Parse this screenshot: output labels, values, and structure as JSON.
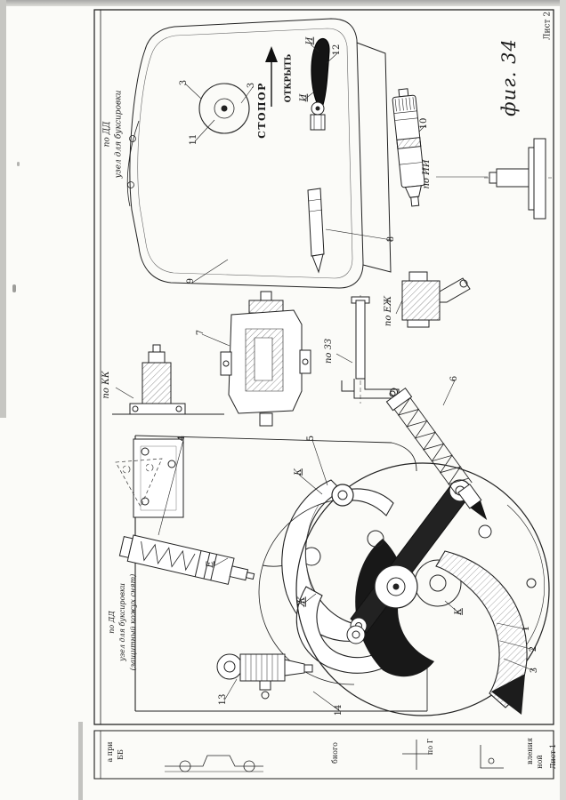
{
  "page": {
    "figure_label": "фиг. 34",
    "sheet_label": "Лист 2",
    "next_sheet_label": "Лист 1"
  },
  "captions": {
    "top_view": {
      "line1": "по ДД",
      "line2": "узел для буксировки"
    },
    "bottom_view": {
      "line1": "по ДД",
      "line2": "узел для буксировки",
      "line3": "(защитный кожух снят)"
    },
    "stopper": "СТОПОР",
    "open": "ОТКРЫТЬ"
  },
  "section_labels": {
    "ii": "по ИИ",
    "ezh": "по ЕЖ",
    "zz": "по ЗЗ",
    "kk": "по КК"
  },
  "section_letters": {
    "i_top": "И",
    "i_bottom": "И",
    "k_upper": "К",
    "k_lower": "К",
    "zh": "Ж",
    "e": "Е"
  },
  "callouts": {
    "c1": "1",
    "c2": "2",
    "c3": "3",
    "c3a": "3",
    "c3b": "3",
    "c4": "4",
    "c5": "5",
    "c6": "6",
    "c7": "7",
    "c8": "8",
    "c9": "9",
    "c10": "10",
    "c11": "11",
    "c12": "12",
    "c13": "13",
    "c14": "14"
  },
  "strip": {
    "frag1": "а при",
    "frag2": "ББ",
    "frag3": "бного",
    "frag4": "по Г",
    "frag5": "вления",
    "frag6": "ной"
  }
}
